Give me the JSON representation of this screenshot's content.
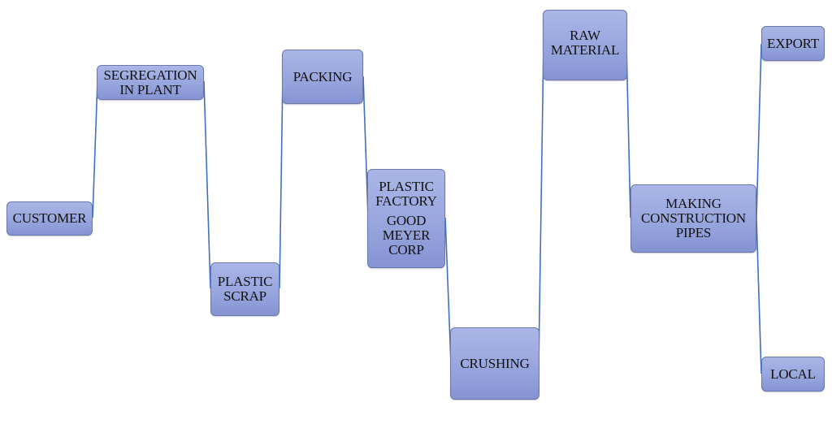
{
  "diagram": {
    "type": "flow",
    "line_color": "#3f6fc2",
    "box_fill": "#99a7df",
    "box_border": "#6b78a8",
    "nodes": [
      {
        "id": "customer",
        "lines": [
          "CUSTOMER"
        ]
      },
      {
        "id": "segregation",
        "lines": [
          "SEGREGATION",
          "IN PLANT"
        ]
      },
      {
        "id": "plastic_scrap",
        "lines": [
          "PLASTIC",
          "SCRAP"
        ]
      },
      {
        "id": "packing",
        "lines": [
          "PACKING"
        ]
      },
      {
        "id": "plastic_factory",
        "lines": [
          "PLASTIC",
          "FACTORY"
        ],
        "sublines": [
          "GOOD",
          "MEYER",
          "CORP"
        ]
      },
      {
        "id": "crushing",
        "lines": [
          "CRUSHING"
        ]
      },
      {
        "id": "raw_material",
        "lines": [
          "RAW",
          "MATERIAL"
        ]
      },
      {
        "id": "making_pipes",
        "lines": [
          "MAKING",
          "CONSTRUCTION",
          "PIPES"
        ]
      },
      {
        "id": "export",
        "lines": [
          "EXPORT"
        ]
      },
      {
        "id": "local",
        "lines": [
          "LOCAL"
        ]
      }
    ],
    "edges": [
      {
        "from": "customer",
        "to": "segregation"
      },
      {
        "from": "segregation",
        "to": "plastic_scrap"
      },
      {
        "from": "plastic_scrap",
        "to": "packing"
      },
      {
        "from": "packing",
        "to": "plastic_factory"
      },
      {
        "from": "plastic_factory",
        "to": "crushing"
      },
      {
        "from": "crushing",
        "to": "raw_material"
      },
      {
        "from": "raw_material",
        "to": "making_pipes"
      },
      {
        "from": "making_pipes",
        "to": "export"
      },
      {
        "from": "making_pipes",
        "to": "local"
      }
    ]
  }
}
